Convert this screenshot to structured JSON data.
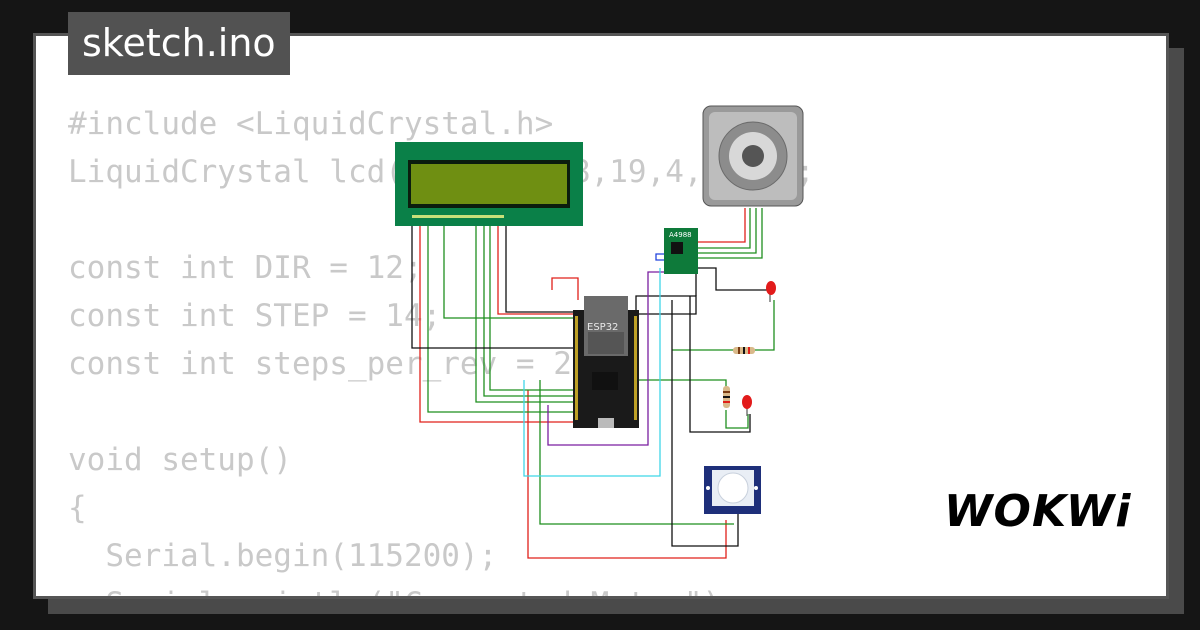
{
  "tab": {
    "label": "sketch.ino"
  },
  "code": {
    "lines": [
      "#include <LiquidCrystal.h>",
      "LiquidCrystal lcd(22,23,5,18,19,4,2,15);",
      "",
      "const int DIR = 12;",
      "const int STEP = 14;",
      "const int steps_per_rev = 200;",
      "",
      "void setup()",
      "{",
      "  Serial.begin(115200);",
      "  Serial.println(\"Connected Motor\");"
    ]
  },
  "components": {
    "mcu_label": "ESP32",
    "driver_label": "A4988"
  },
  "brand": {
    "logo": "WOKWi"
  },
  "colors": {
    "lcd_board": "#0a8048",
    "lcd_screen": "#6f8f12",
    "wire_red": "#e0201a",
    "wire_green": "#1f8f1f",
    "wire_black": "#111111",
    "wire_purple": "#7a1fa0",
    "wire_cyan": "#3fd6e8",
    "pir_board": "#1e2f7a"
  }
}
